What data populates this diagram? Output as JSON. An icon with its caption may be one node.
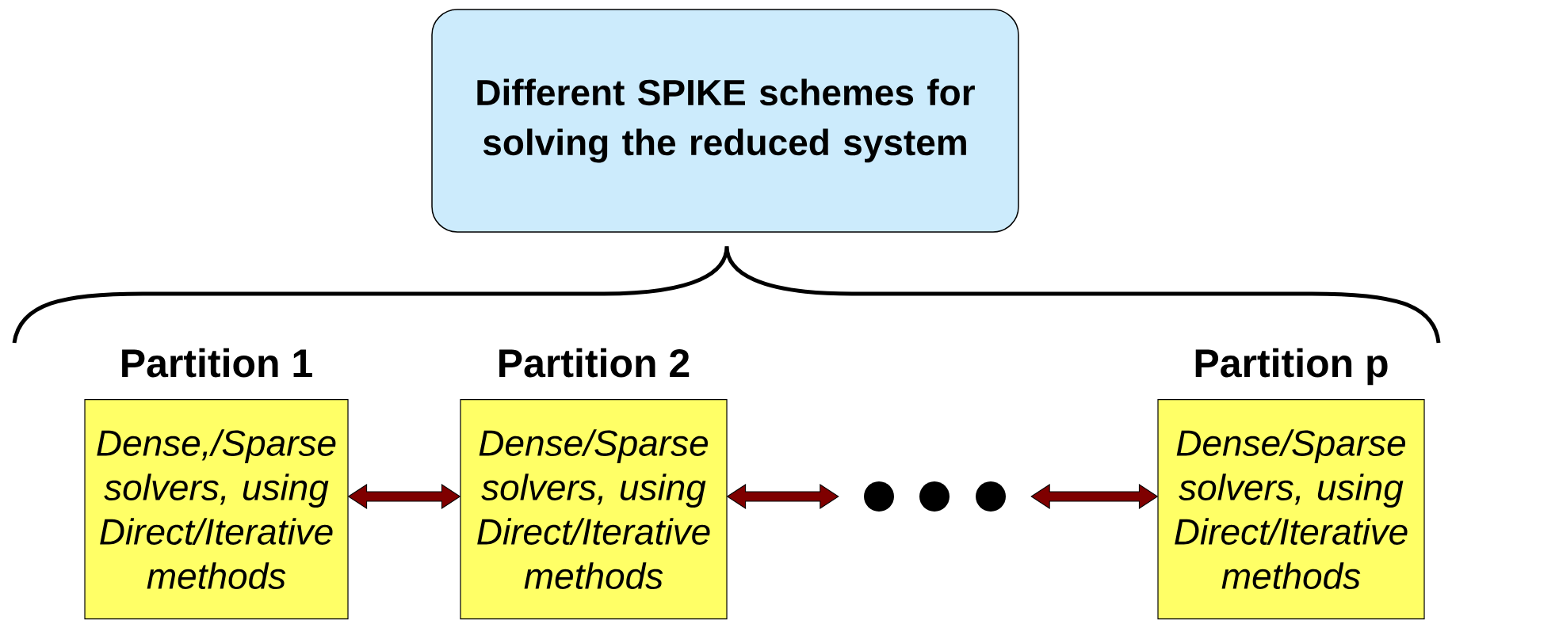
{
  "diagram": {
    "nodes": [
      {
        "text": [
          "Different SPIKE schemes for solving the reduced system"
        ]
      },
      {
        "text": [
          "Partition 1",
          "Dense,/Sparse solvers, using Direct/Iterative methods"
        ]
      },
      {
        "text": [
          "Partition 2",
          "Dense/Sparse solvers, using Direct/Iterative methods"
        ]
      },
      {
        "text": [],
        "shape": "circle"
      },
      {
        "text": [],
        "shape": "circle"
      },
      {
        "text": [],
        "shape": "circle"
      },
      {
        "text": [
          "Partition p",
          "Dense/Sparse solvers, using Direct/Iterative methods"
        ]
      }
    ],
    "edges": [
      {
        "from": 1,
        "to": 2,
        "arrow": "both"
      },
      {
        "from": 2,
        "to": 3,
        "arrow": "both"
      },
      {
        "from": 5,
        "to": 6,
        "arrow": "both"
      }
    ]
  }
}
